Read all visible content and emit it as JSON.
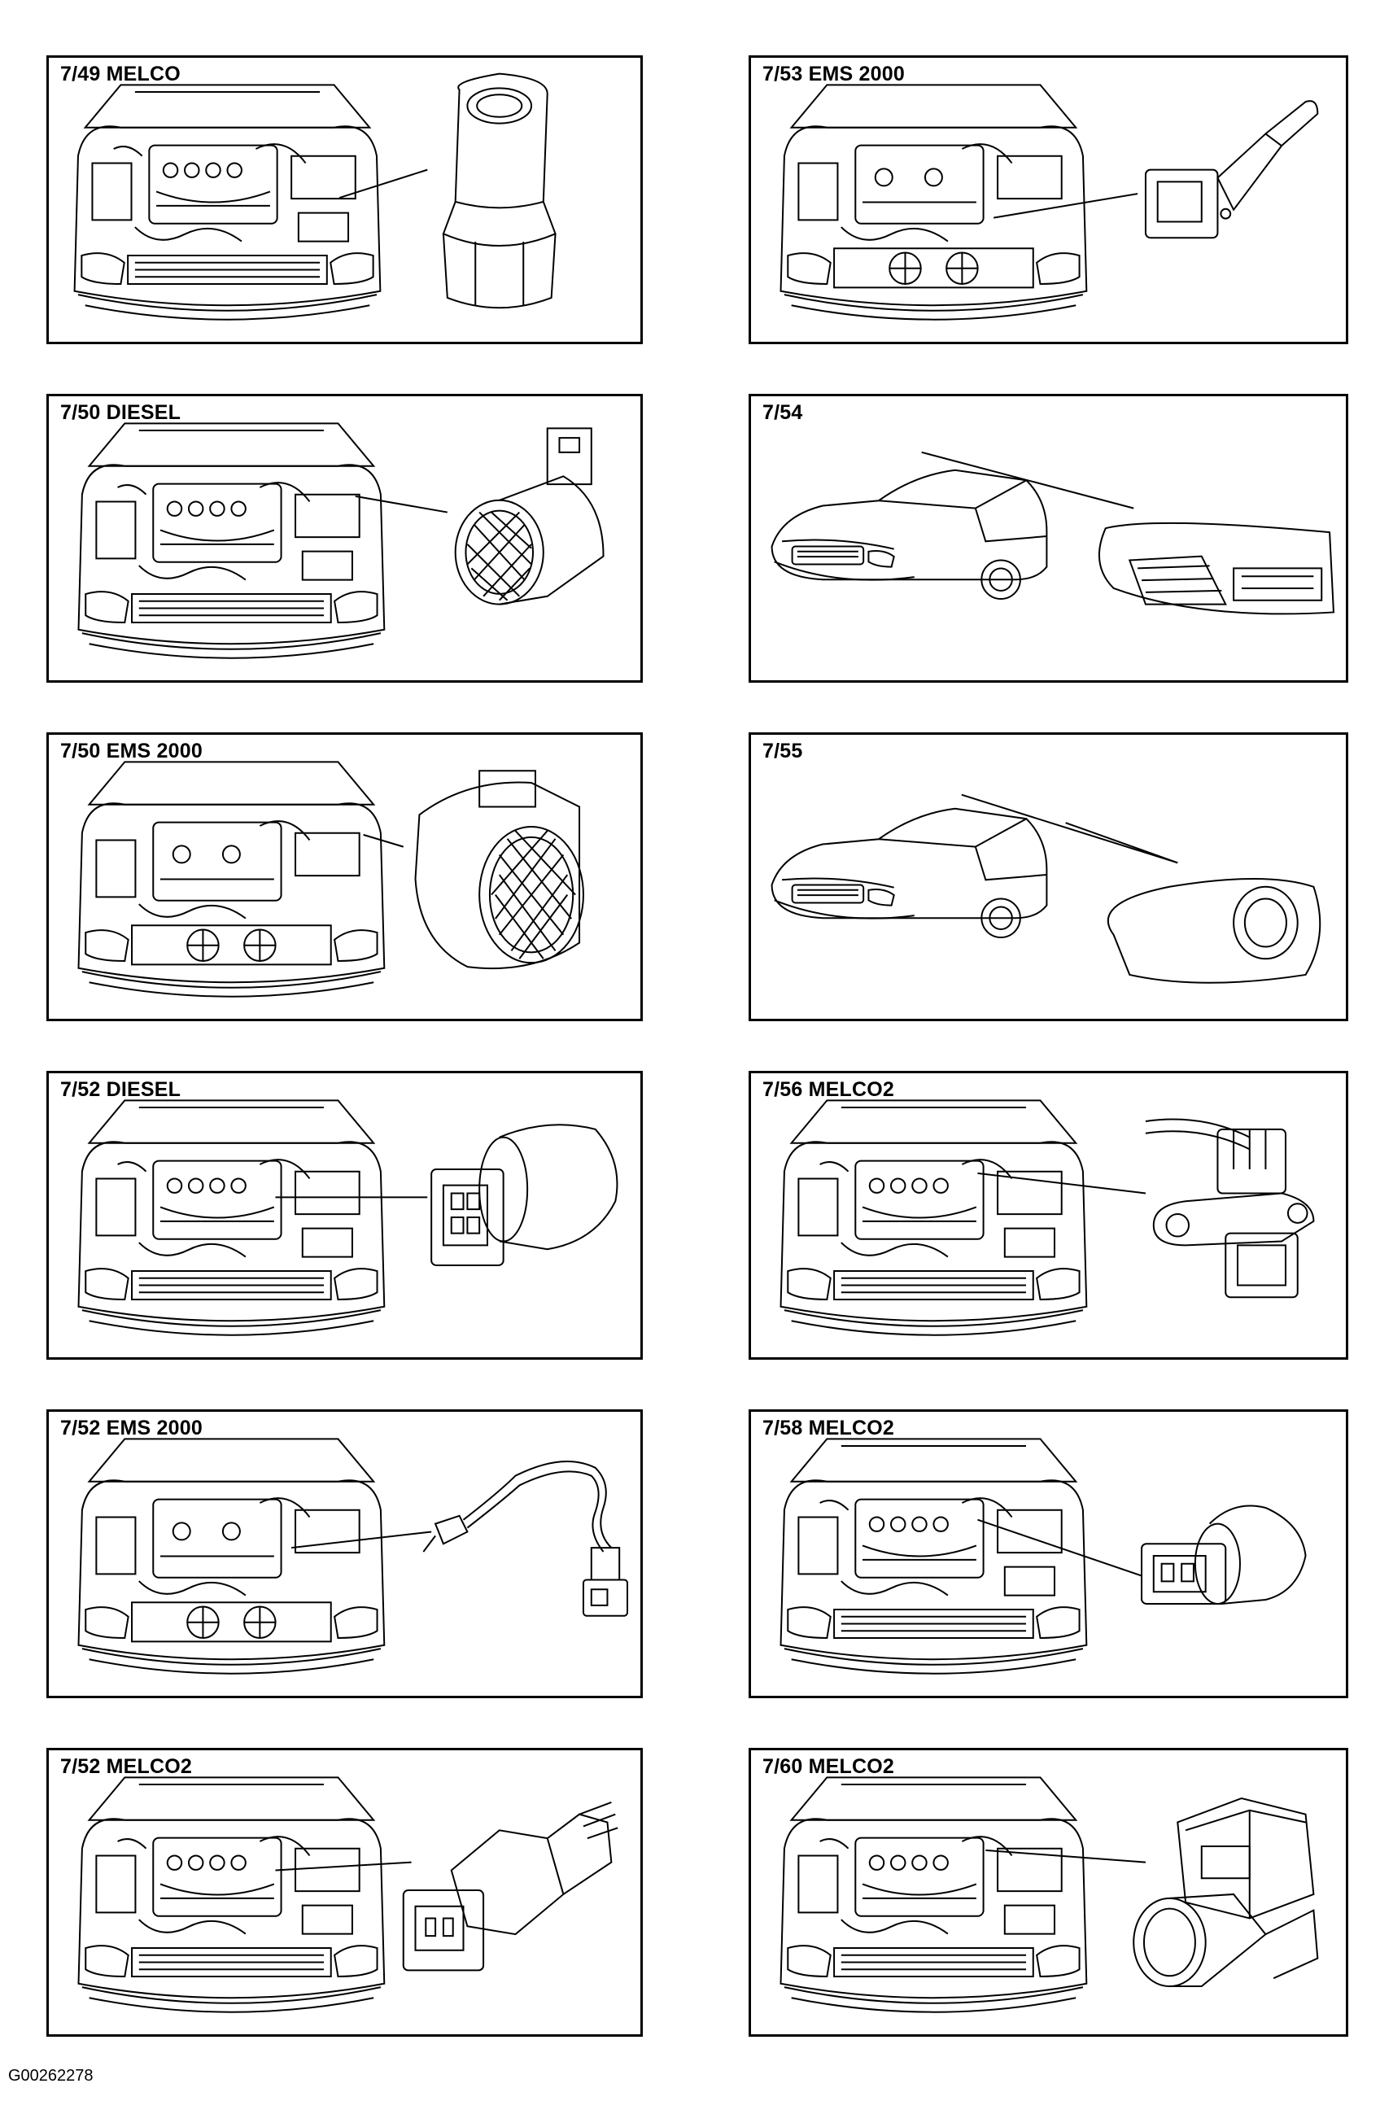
{
  "panels": {
    "p1": {
      "label": "7/49 MELCO"
    },
    "p2": {
      "label": "7/53 EMS 2000"
    },
    "p3": {
      "label": "7/50 DIESEL"
    },
    "p4": {
      "label": "7/54"
    },
    "p5": {
      "label": "7/50 EMS 2000"
    },
    "p6": {
      "label": "7/55"
    },
    "p7": {
      "label": "7/52 DIESEL"
    },
    "p8": {
      "label": "7/56 MELCO2"
    },
    "p9": {
      "label": "7/52 EMS 2000"
    },
    "p10": {
      "label": "7/58 MELCO2"
    },
    "p11": {
      "label": "7/52 MELCO2"
    },
    "p12": {
      "label": "7/60 MELCO2"
    }
  },
  "figure_code": "G00262278"
}
